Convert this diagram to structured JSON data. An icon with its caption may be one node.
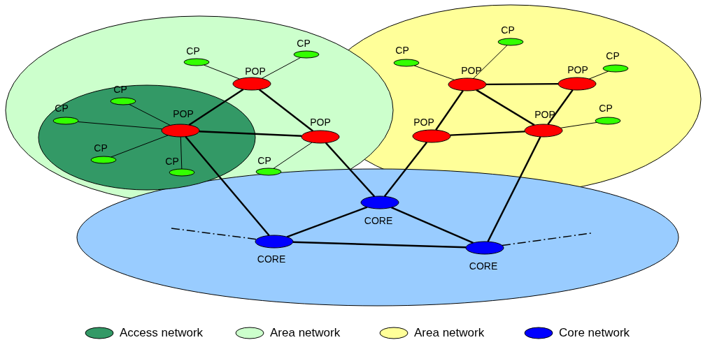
{
  "diagram": {
    "nodes": [
      {
        "text": [
          "CP"
        ]
      },
      {
        "text": [
          "CP"
        ]
      },
      {
        "text": [
          "POP"
        ]
      },
      {
        "text": [
          "CP"
        ]
      },
      {
        "text": [
          "CP"
        ]
      },
      {
        "text": [
          "POP"
        ]
      },
      {
        "text": [
          "POP"
        ]
      },
      {
        "text": [
          "CP"
        ]
      },
      {
        "text": [
          "CP"
        ]
      },
      {
        "text": [
          "CP"
        ]
      },
      {
        "text": [
          "CP"
        ]
      },
      {
        "text": [
          "CP"
        ]
      },
      {
        "text": [
          "POP"
        ]
      },
      {
        "text": [
          "POP"
        ]
      },
      {
        "text": [
          "CP"
        ]
      },
      {
        "text": [
          "POP"
        ]
      },
      {
        "text": [
          "CP"
        ]
      },
      {
        "text": [
          "POP"
        ]
      },
      {
        "text": [
          "CORE"
        ]
      },
      {
        "text": [
          "CORE"
        ]
      },
      {
        "text": [
          "CORE"
        ]
      }
    ],
    "edges": [
      {
        "from": 0,
        "to": 2,
        "arrow": "none"
      },
      {
        "from": 1,
        "to": 2,
        "arrow": "none"
      },
      {
        "from": 3,
        "to": 5,
        "arrow": "none"
      },
      {
        "from": 4,
        "to": 5,
        "arrow": "none"
      },
      {
        "from": 7,
        "to": 5,
        "arrow": "none"
      },
      {
        "from": 8,
        "to": 5,
        "arrow": "none"
      },
      {
        "from": 9,
        "to": 6,
        "arrow": "none"
      },
      {
        "from": 11,
        "to": 12,
        "arrow": "none"
      },
      {
        "from": 10,
        "to": 12,
        "arrow": "none"
      },
      {
        "from": 14,
        "to": 13,
        "arrow": "none"
      },
      {
        "from": 16,
        "to": 15,
        "arrow": "none"
      },
      {
        "from": 2,
        "to": 5,
        "arrow": "none"
      },
      {
        "from": 2,
        "to": 6,
        "arrow": "none"
      },
      {
        "from": 5,
        "to": 6,
        "arrow": "none"
      },
      {
        "from": 5,
        "to": 19,
        "arrow": "none"
      },
      {
        "from": 6,
        "to": 18,
        "arrow": "none"
      },
      {
        "from": 12,
        "to": 13,
        "arrow": "none"
      },
      {
        "from": 12,
        "to": 17,
        "arrow": "none"
      },
      {
        "from": 12,
        "to": 15,
        "arrow": "none"
      },
      {
        "from": 13,
        "to": 15,
        "arrow": "none"
      },
      {
        "from": 17,
        "to": 15,
        "arrow": "none"
      },
      {
        "from": 17,
        "to": 18,
        "arrow": "none"
      },
      {
        "from": 15,
        "to": 20,
        "arrow": "none"
      },
      {
        "from": 18,
        "to": 19,
        "arrow": "none"
      },
      {
        "from": 18,
        "to": 20,
        "arrow": "none"
      },
      {
        "from": 19,
        "to": 20,
        "arrow": "none"
      },
      {
        "from": null,
        "to": 19,
        "arrow": "none",
        "style": "dashed"
      },
      {
        "from": 20,
        "to": null,
        "arrow": "none",
        "style": "dashed"
      }
    ],
    "legend": [
      {
        "text": "Access network",
        "color": "#339966"
      },
      {
        "text": "Area network",
        "color": "#ccffcc"
      },
      {
        "text": "Area network",
        "color": "#ffff99"
      },
      {
        "text": "Core network",
        "color": "#0000ff"
      }
    ]
  }
}
